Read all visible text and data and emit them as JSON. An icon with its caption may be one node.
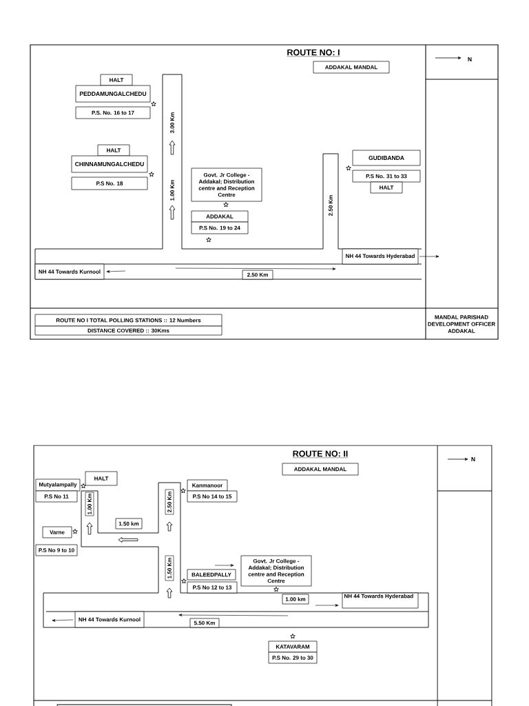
{
  "diagram": {
    "nodes": [
      {
        "text": [
          "ADDAKAL MANDAL"
        ]
      },
      {
        "text": [
          "HALT"
        ]
      },
      {
        "text": [
          "PEDDAMUNGALCHEDU"
        ]
      },
      {
        "text": [
          "P.S. No. 16 to 17"
        ]
      },
      {
        "text": [
          "HALT"
        ]
      },
      {
        "text": [
          "CHINNAMUNGALCHEDU"
        ]
      },
      {
        "text": [
          "P.S No. 18"
        ]
      },
      {
        "text": [
          "GUDIBANDA"
        ]
      },
      {
        "text": [
          "P.S No. 31 to 33"
        ]
      },
      {
        "text": [
          "HALT"
        ]
      },
      {
        "text": [
          "Govt. Jr College - Addakal; Distribution centre and Reception Centre"
        ]
      },
      {
        "text": [
          "ADDAKAL"
        ]
      },
      {
        "text": [
          "P.S No. 19 to 24"
        ]
      },
      {
        "text": [
          "NH 44 Towards Hyderabad"
        ]
      },
      {
        "text": [
          "NH 44 Towards Kurnool"
        ]
      },
      {
        "text": [
          "2.50 Km"
        ]
      },
      {
        "text": [
          "ROUTE NO I TOTAL POLLING STATIONS :: 12 Numbers"
        ]
      },
      {
        "text": [
          "DISTANCE COVERED :: 30Kms"
        ]
      },
      {
        "text": [
          "ADDAKAL MANDAL"
        ]
      },
      {
        "text": [
          "HALT"
        ]
      },
      {
        "text": [
          "Mutyalampally"
        ]
      },
      {
        "text": [
          "P.S No 11"
        ]
      },
      {
        "text": [
          "Kanmanoor"
        ]
      },
      {
        "text": [
          "P.S No 14 to 15"
        ]
      },
      {
        "text": [
          "1.00 Km"
        ]
      },
      {
        "text": [
          "1.50 km"
        ]
      },
      {
        "text": [
          "2.50 Km"
        ]
      },
      {
        "text": [
          "Varne"
        ]
      },
      {
        "text": [
          "P.S No 9 to 10"
        ]
      },
      {
        "text": [
          "1.50 Km"
        ]
      },
      {
        "text": [
          "BALEEDPALLY"
        ]
      },
      {
        "text": [
          "P.S No 12 to 13"
        ]
      },
      {
        "text": [
          "Govt. Jr College - Addakal; Distribution centre and Reception Centre"
        ]
      },
      {
        "text": [
          "1.00 km"
        ]
      },
      {
        "text": [
          "NH 44 Towards Hyderabad"
        ]
      },
      {
        "text": [
          "NH 44 Towards Kurnool"
        ]
      },
      {
        "text": [
          "5.50 Km"
        ]
      },
      {
        "text": [
          "KATAVARAM"
        ]
      },
      {
        "text": [
          "P.S No. 29 to 30"
        ]
      }
    ],
    "labels": [
      "ROUTE NO: I",
      "N",
      "3.00 Km",
      "1.00 Km",
      "2.50 Km",
      "MANDAL PARISHAD DEVELOPMENT OFFICER ADDAKAL",
      "ROUTE NO: II",
      "N"
    ]
  }
}
